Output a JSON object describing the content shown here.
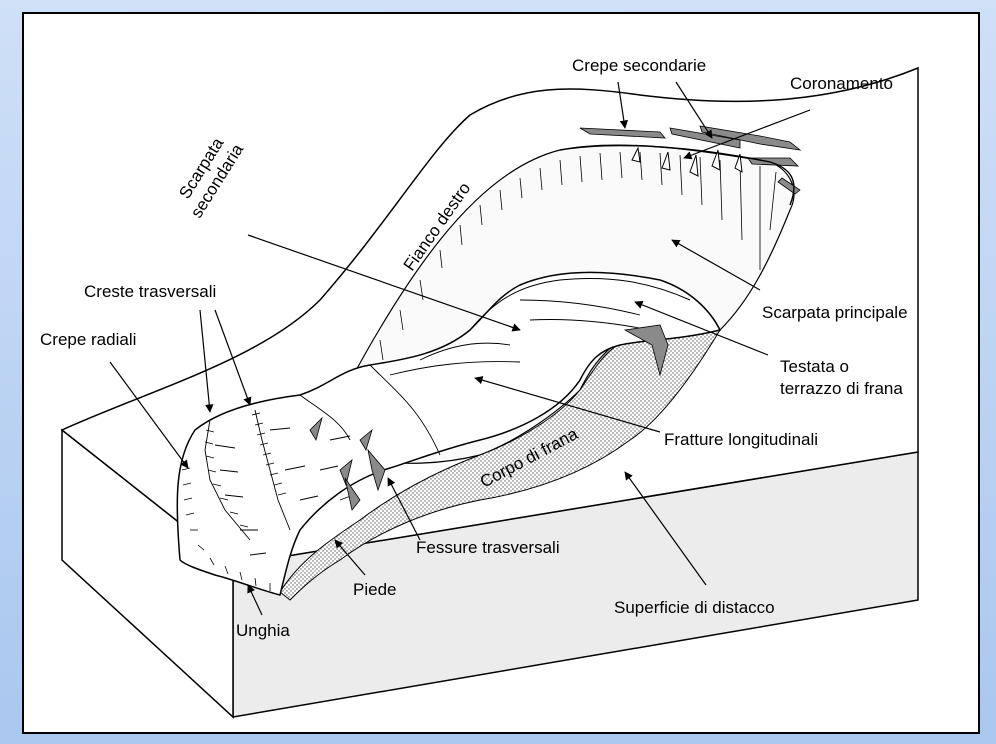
{
  "colors": {
    "page_background": "#b9d3f3",
    "frame_background": "#ffffff",
    "line": "#000000",
    "shaded_surface": "#e3e3e3",
    "dark_fill": "#8a8a8a"
  },
  "labels": {
    "crepe_secondarie": "Crepe secondarie",
    "coronamento": "Coronamento",
    "scarpata_secondaria_line1": "Scarpata",
    "scarpata_secondaria_line2": "secondaria",
    "fianco_destro": "Fianco destro",
    "creste_trasversali": "Creste trasversali",
    "crepe_radiali": "Crepe radiali",
    "scarpata_principale": "Scarpata principale",
    "testata_line1": "Testata o",
    "testata_line2": "terrazzo di frana",
    "fratture_longitudinali": "Fratture longitudinali",
    "corpo_di_frana": "Corpo di frana",
    "fessure_trasversali": "Fessure trasversali",
    "piede": "Piede",
    "superficie_di_distacco": "Superficie di distacco",
    "unghia": "Unghia"
  }
}
